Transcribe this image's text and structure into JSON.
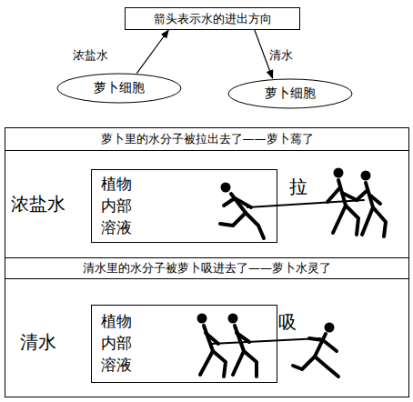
{
  "diagram": {
    "nodes": [
      {
        "text": [
          "箭头表示水的进出方向"
        ]
      },
      {
        "text": [
          "萝卜细胞"
        ]
      },
      {
        "text": [
          "萝卜细胞"
        ]
      },
      {
        "text": [
          "萝卜里的水分子被拉出去了——萝卜蔫了"
        ]
      },
      {
        "text": [
          "植物 内部 溶液"
        ]
      },
      {
        "text": [
          "清水里的水分子被萝卜吸进去了——萝卜水灵了"
        ]
      },
      {
        "text": [
          "植物 内部 溶液"
        ]
      }
    ],
    "edges": [
      {
        "from": 1,
        "to": 0,
        "label": "浓盐水",
        "arrow": "to"
      },
      {
        "from": 0,
        "to": 2,
        "label": "清水",
        "arrow": "to"
      }
    ],
    "labels": [
      "浓盐水",
      "拉",
      "清水",
      "吸"
    ]
  }
}
